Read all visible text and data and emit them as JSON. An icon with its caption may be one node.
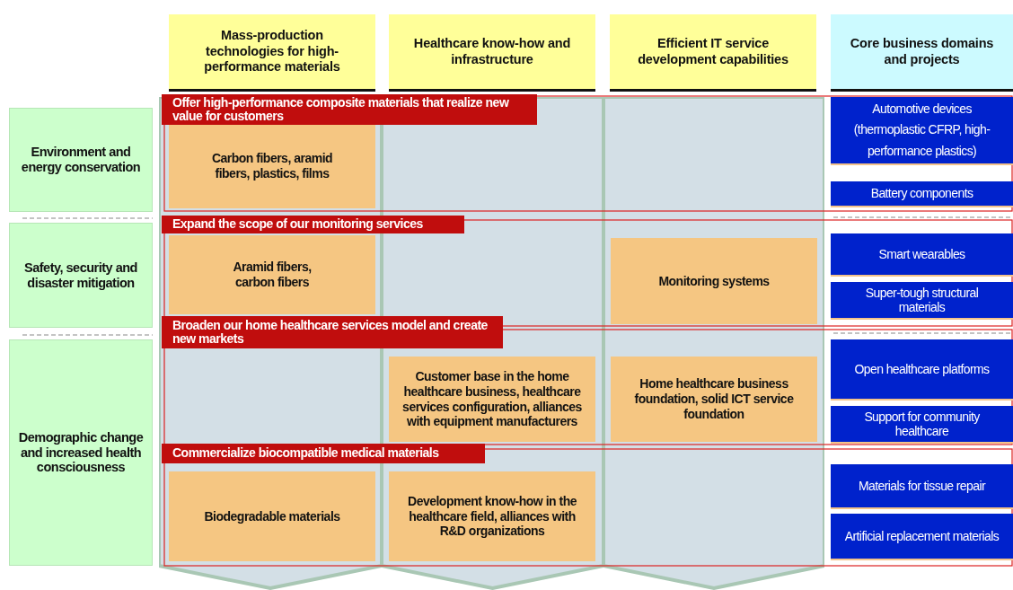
{
  "diagram": {
    "nodes": [
      {
        "text": [
          "Mass-production technologies for high-performance materials"
        ]
      },
      {
        "text": [
          "Healthcare know-how and infrastructure"
        ]
      },
      {
        "text": [
          "Efficient IT service development capabilities"
        ]
      },
      {
        "text": [
          "Core business domains and projects"
        ]
      },
      {
        "text": [
          "Environment and energy conservation"
        ]
      },
      {
        "text": [
          "Safety, security and disaster mitigation"
        ]
      },
      {
        "text": [
          "Demographic change and increased health consciousness"
        ]
      },
      {
        "text": [],
        "shape": "box"
      },
      {
        "text": [],
        "shape": "box"
      },
      {
        "text": [],
        "shape": "box"
      },
      {
        "text": [
          "Offer high-performance composite materials that realize new value for customers"
        ]
      },
      {
        "text": [
          "Carbon fibers, aramid fibers, plastics, films"
        ],
        "in": 7
      },
      {
        "text": [
          "Automotive devices (thermoplastic CFRP, high-performance plastics)"
        ]
      },
      {
        "text": [
          "Battery components"
        ]
      },
      {
        "text": [
          "Expand the scope of our monitoring services"
        ]
      },
      {
        "text": [
          "Aramid fibers, carbon fibers"
        ],
        "in": 7
      },
      {
        "text": [
          "Monitoring systems"
        ],
        "in": 9
      },
      {
        "text": [
          "Smart wearables"
        ]
      },
      {
        "text": [
          "Super-tough structural materials"
        ]
      },
      {
        "text": [
          "Broaden our home healthcare services model and create new markets"
        ]
      },
      {
        "text": [
          "Customer base in the home healthcare business, healthcare services configuration, alliances with equipment manufacturers"
        ],
        "in": 8
      },
      {
        "text": [
          "Home healthcare business foundation, solid ICT service foundation"
        ],
        "in": 9
      },
      {
        "text": [
          "Open healthcare platforms"
        ]
      },
      {
        "text": [
          "Support for community healthcare"
        ]
      },
      {
        "text": [
          "Commercialize biocompatible medical materials"
        ]
      },
      {
        "text": [
          "Biodegradable materials"
        ],
        "in": 7
      },
      {
        "text": [
          "Development know-how in the healthcare field, alliances with R&D organizations"
        ],
        "in": 8
      },
      {
        "text": [
          "Materials for tissue repair"
        ]
      },
      {
        "text": [
          "Artificial replacement materials"
        ]
      }
    ]
  }
}
